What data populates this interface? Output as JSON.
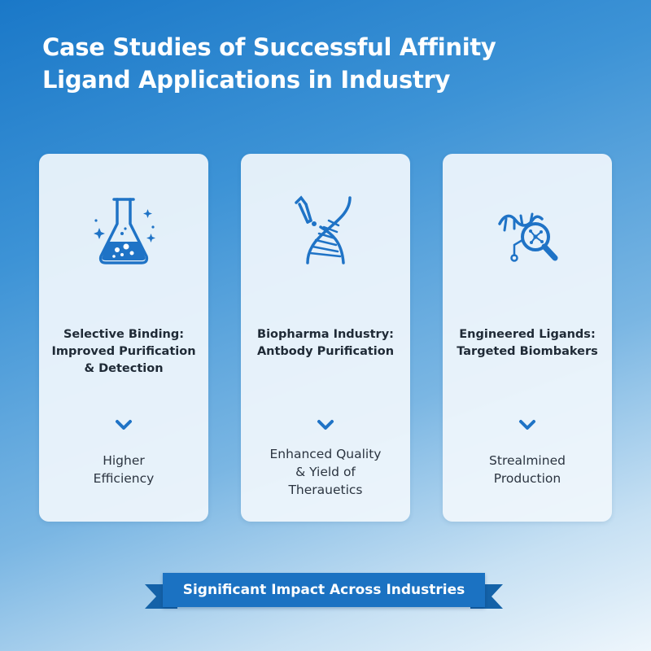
{
  "title": {
    "line1": "Case Studies of Successful Affinity",
    "line2": "Ligand Applications in Industry"
  },
  "cards": [
    {
      "icon": "flask-icon",
      "heading": [
        "Selective Binding:",
        "Improved Purification",
        "& Detection"
      ],
      "result": [
        "Higher",
        "Efficiency"
      ]
    },
    {
      "icon": "dna-icon",
      "heading": [
        "Biopharma Industry:",
        "Antbody Purification"
      ],
      "result": [
        "Enhanced Quality",
        "& Yield of",
        "Therauetics"
      ]
    },
    {
      "icon": "molecule-magnifier-icon",
      "heading": [
        "Engineered Ligands:",
        "Targeted Biombakers"
      ],
      "result": [
        "Strealmined",
        "Production"
      ]
    }
  ],
  "banner": {
    "label": "Significant Impact Across Industries"
  },
  "colors": {
    "accent": "#1b72c2",
    "icon": "#1f73c6",
    "text": "#1f2a36"
  }
}
